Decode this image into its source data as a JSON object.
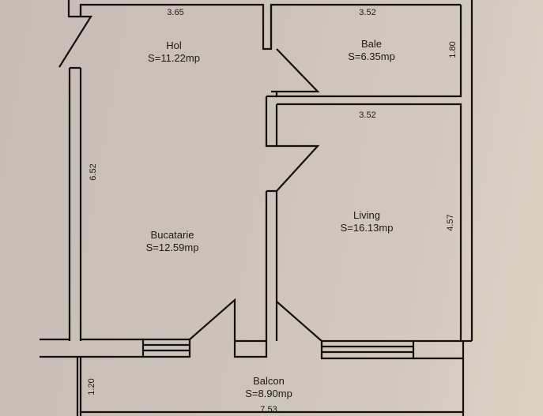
{
  "plan": {
    "rooms": [
      {
        "name": "Hol",
        "area": "S=11.22mp"
      },
      {
        "name": "Bale",
        "area": "S=6.35mp"
      },
      {
        "name": "Bucatarie",
        "area": "S=12.59mp"
      },
      {
        "name": "Living",
        "area": "S=16.13mp"
      },
      {
        "name": "Balcon",
        "area": "S=8.90mp"
      }
    ],
    "dimensions": {
      "hol_width": "3.65",
      "bale_width": "3.52",
      "living_width": "3.52",
      "left_height": "6.52",
      "bale_height": "1.80",
      "living_height": "4.57",
      "balcon_depth": "1.20",
      "balcon_length": "7.53"
    },
    "colors": {
      "wall": "#14110f",
      "paper": "#cac1b9"
    }
  }
}
